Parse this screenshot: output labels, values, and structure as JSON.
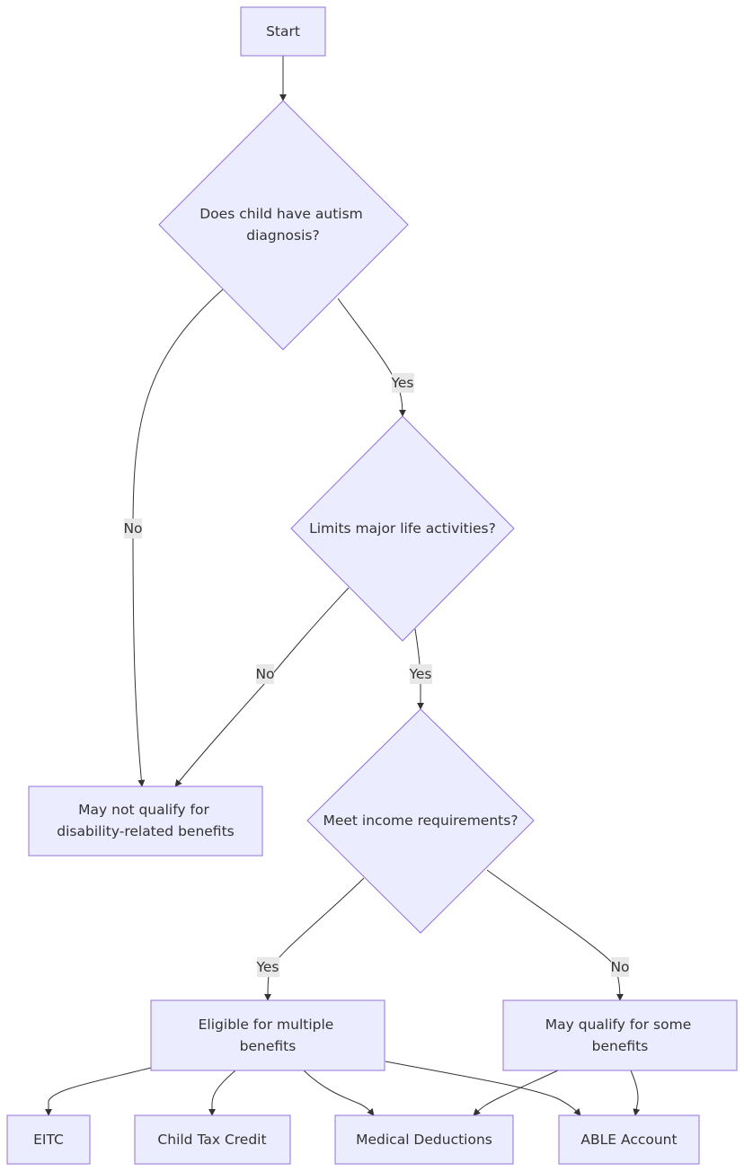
{
  "diagram": {
    "type": "flowchart",
    "nodes": {
      "start": {
        "label": "Start"
      },
      "autism_diagnosis": {
        "label_lines": [
          "Does child have autism",
          "diagnosis?"
        ]
      },
      "limits_activities": {
        "label": "Limits major life activities?"
      },
      "no_qualify": {
        "label_lines": [
          "May not qualify for",
          "disability-related benefits"
        ]
      },
      "income_req": {
        "label": "Meet income requirements?"
      },
      "eligible_multiple": {
        "label_lines": [
          "Eligible for multiple",
          "benefits"
        ]
      },
      "qualify_some": {
        "label_lines": [
          "May qualify for some",
          "benefits"
        ]
      },
      "eitc": {
        "label": "EITC"
      },
      "child_tax_credit": {
        "label": "Child Tax Credit"
      },
      "medical_deductions": {
        "label": "Medical Deductions"
      },
      "able_account": {
        "label": "ABLE Account"
      }
    },
    "edges": {
      "diag_yes": "Yes",
      "diag_no": "No",
      "limits_no": "No",
      "limits_yes": "Yes",
      "income_yes": "Yes",
      "income_no": "No"
    }
  }
}
